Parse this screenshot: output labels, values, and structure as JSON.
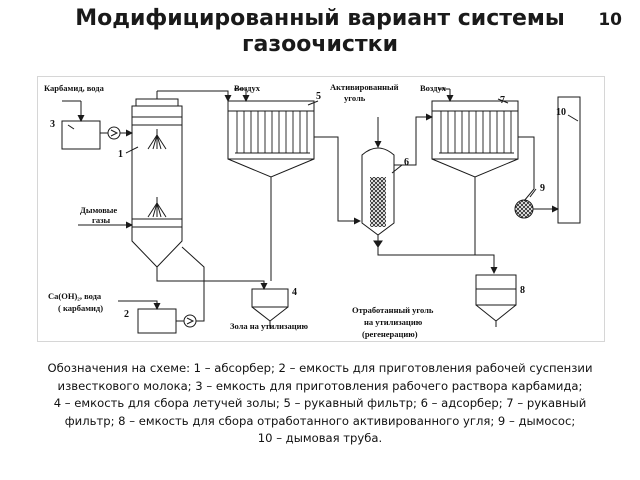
{
  "slide": {
    "title": "Модифицированный вариант системы газоочистки",
    "page_number": "10"
  },
  "diagram": {
    "labels": {
      "urea_water": "Карбамид, вода",
      "air_1": "Воздух",
      "activated_carbon_1": "Активированный",
      "activated_carbon_2": "уголь",
      "air_2": "Воздух",
      "flue_gases_1": "Дымовые",
      "flue_gases_2": "газы",
      "lime_water": "Ca(OH)₂, вода",
      "urea_paren": "( карбамид)",
      "ash_disposal": "Зола на утилизацию",
      "spent_carbon_1": "Отработанный уголь",
      "spent_carbon_2": "на утилизацию",
      "spent_carbon_3": "(регенерацию)"
    },
    "numbers": {
      "n1": "1",
      "n2": "2",
      "n3": "3",
      "n4": "4",
      "n5": "5",
      "n6": "6",
      "n7": "7",
      "n8": "8",
      "n9": "9",
      "n10": "10"
    },
    "colors": {
      "line": "#1a1a1a",
      "fan_fill": "#555555",
      "background": "#ffffff"
    }
  },
  "caption": {
    "line1": "Обозначения на схеме: 1 – абсорбер; 2 – емкость для приготовления рабочей суспензии",
    "line2": "известкового молока; 3 – емкость для приготовления рабочего раствора карбамида;",
    "line3": "4 – емкость для сбора летучей золы; 5 – рукавный фильтр; 6 – адсорбер; 7 – рукавный",
    "line4": "фильтр; 8 – емкость для сбора отработанного активированного угля; 9 – дымосос;",
    "line5": "10 – дымовая труба."
  }
}
